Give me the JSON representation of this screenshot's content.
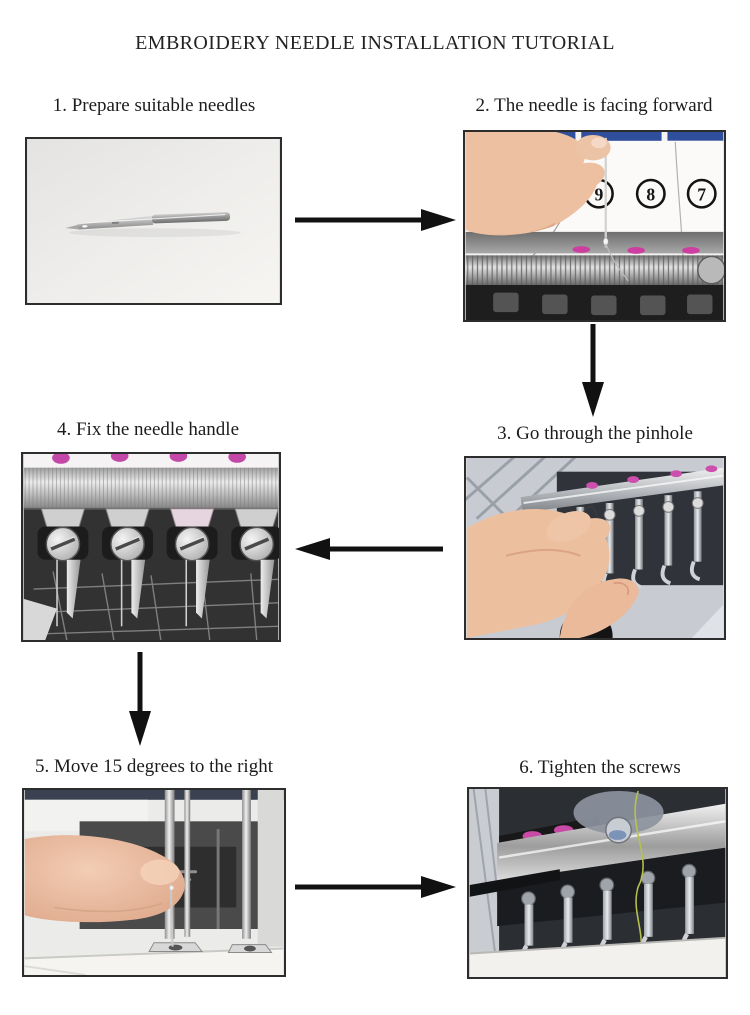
{
  "title": "EMBROIDERY NEEDLE INSTALLATION TUTORIAL",
  "steps": [
    {
      "caption": "1. Prepare suitable needles",
      "photo": "single embroidery machine needle lying on a light background"
    },
    {
      "caption": "2. The needle is facing forward",
      "photo": "hand holding a needle upright in front of a white panel with circled position numbers"
    },
    {
      "caption": "3. Go through the pinhole",
      "photo": "two hands threading the needle eye at the machine head"
    },
    {
      "caption": "4. Fix the needle handle",
      "photo": "close-up of needle clamps with slotted screws under the ribbed bar"
    },
    {
      "caption": "5. Move 15 degrees to the right",
      "photo": "fingertip adjusting the needle angle beside the presser feet"
    },
    {
      "caption": "6. Tighten the screws",
      "photo": "screwdriver tightening the needle clamp screws on the needle bar"
    }
  ],
  "photos": {
    "step2_circle_numbers": [
      "9",
      "8",
      "7"
    ]
  },
  "flow": [
    {
      "from": "step-1",
      "to": "step-2",
      "direction": "right"
    },
    {
      "from": "step-2",
      "to": "step-3",
      "direction": "down"
    },
    {
      "from": "step-3",
      "to": "step-4",
      "direction": "left"
    },
    {
      "from": "step-4",
      "to": "step-5",
      "direction": "down"
    },
    {
      "from": "step-5",
      "to": "step-6",
      "direction": "right"
    }
  ],
  "colors": {
    "text": "#1c1c1c",
    "arrow": "#111111",
    "tape_blue": "#2f4f9d",
    "thread_pink": "#c84aa6",
    "thread_green": "#b7c24d",
    "skin": "#ecc0a1",
    "metal_light": "#e8e8e8",
    "metal_dark": "#8a8a8a"
  }
}
